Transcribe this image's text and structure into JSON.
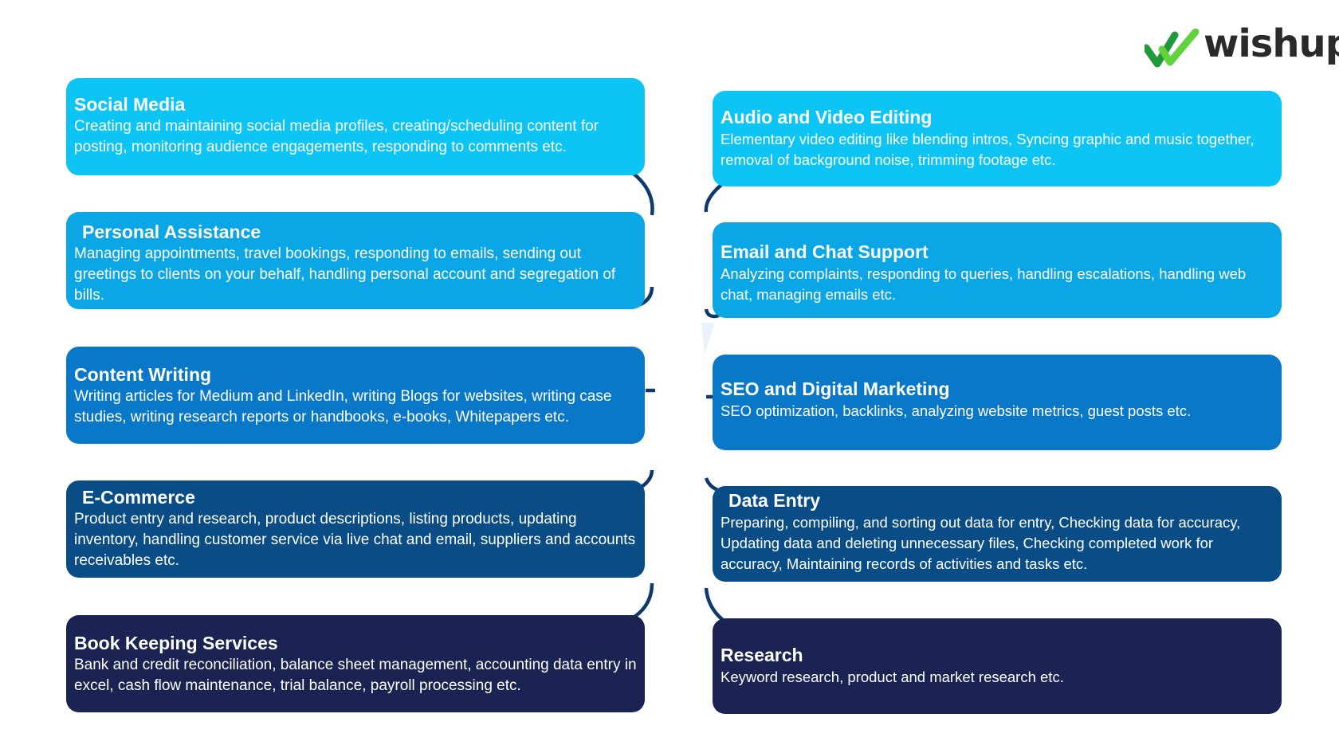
{
  "brand": {
    "name": "wishup",
    "mark_colors": [
      "#1e9a3a",
      "#5fd23c"
    ]
  },
  "colors": {
    "tier1": "#0cc5f5",
    "tier2": "#0aa6e6",
    "tier3": "#0a78c8",
    "tier4": "#0a4d86",
    "tier5": "#1a2352",
    "connector": "#0d3a6b"
  },
  "left_cards": [
    {
      "title": "Social Media",
      "description": "Creating and maintaining social media profiles, creating/scheduling content for posting, monitoring audience engagements, responding to comments etc."
    },
    {
      "title": "Personal Assistance",
      "description": "Managing appointments, travel bookings, responding to emails, sending out greetings to clients on your behalf, handling personal account and segregation of bills."
    },
    {
      "title": "Content Writing",
      "description": "Writing articles for Medium and LinkedIn, writing Blogs for websites, writing case studies, writing research reports or handbooks, e-books, Whitepapers etc."
    },
    {
      "title": "E-Commerce",
      "description": "Product entry and research, product descriptions, listing products, updating inventory, handling customer service via live chat and email, suppliers and accounts receivables etc."
    },
    {
      "title": "Book Keeping Services",
      "description": "Bank and credit reconciliation, balance sheet management, accounting data entry in excel, cash flow maintenance, trial balance, payroll processing etc."
    }
  ],
  "right_cards": [
    {
      "title": "Audio and Video Editing",
      "description": "Elementary video editing like blending intros, Syncing graphic and music together, removal of background noise, trimming footage etc."
    },
    {
      "title": "Email and Chat Support",
      "description": "Analyzing complaints, responding to queries, handling escalations, handling web chat, managing emails etc."
    },
    {
      "title": "SEO and Digital Marketing",
      "description": "SEO optimization, backlinks, analyzing website metrics, guest posts etc."
    },
    {
      "title": "Data Entry",
      "description": "Preparing, compiling, and sorting out data for entry, Checking data for accuracy, Updating data and deleting unnecessary files, Checking completed work for accuracy, Maintaining records of activities and tasks etc."
    },
    {
      "title": "Research",
      "description": "Keyword research, product and market research etc."
    }
  ]
}
